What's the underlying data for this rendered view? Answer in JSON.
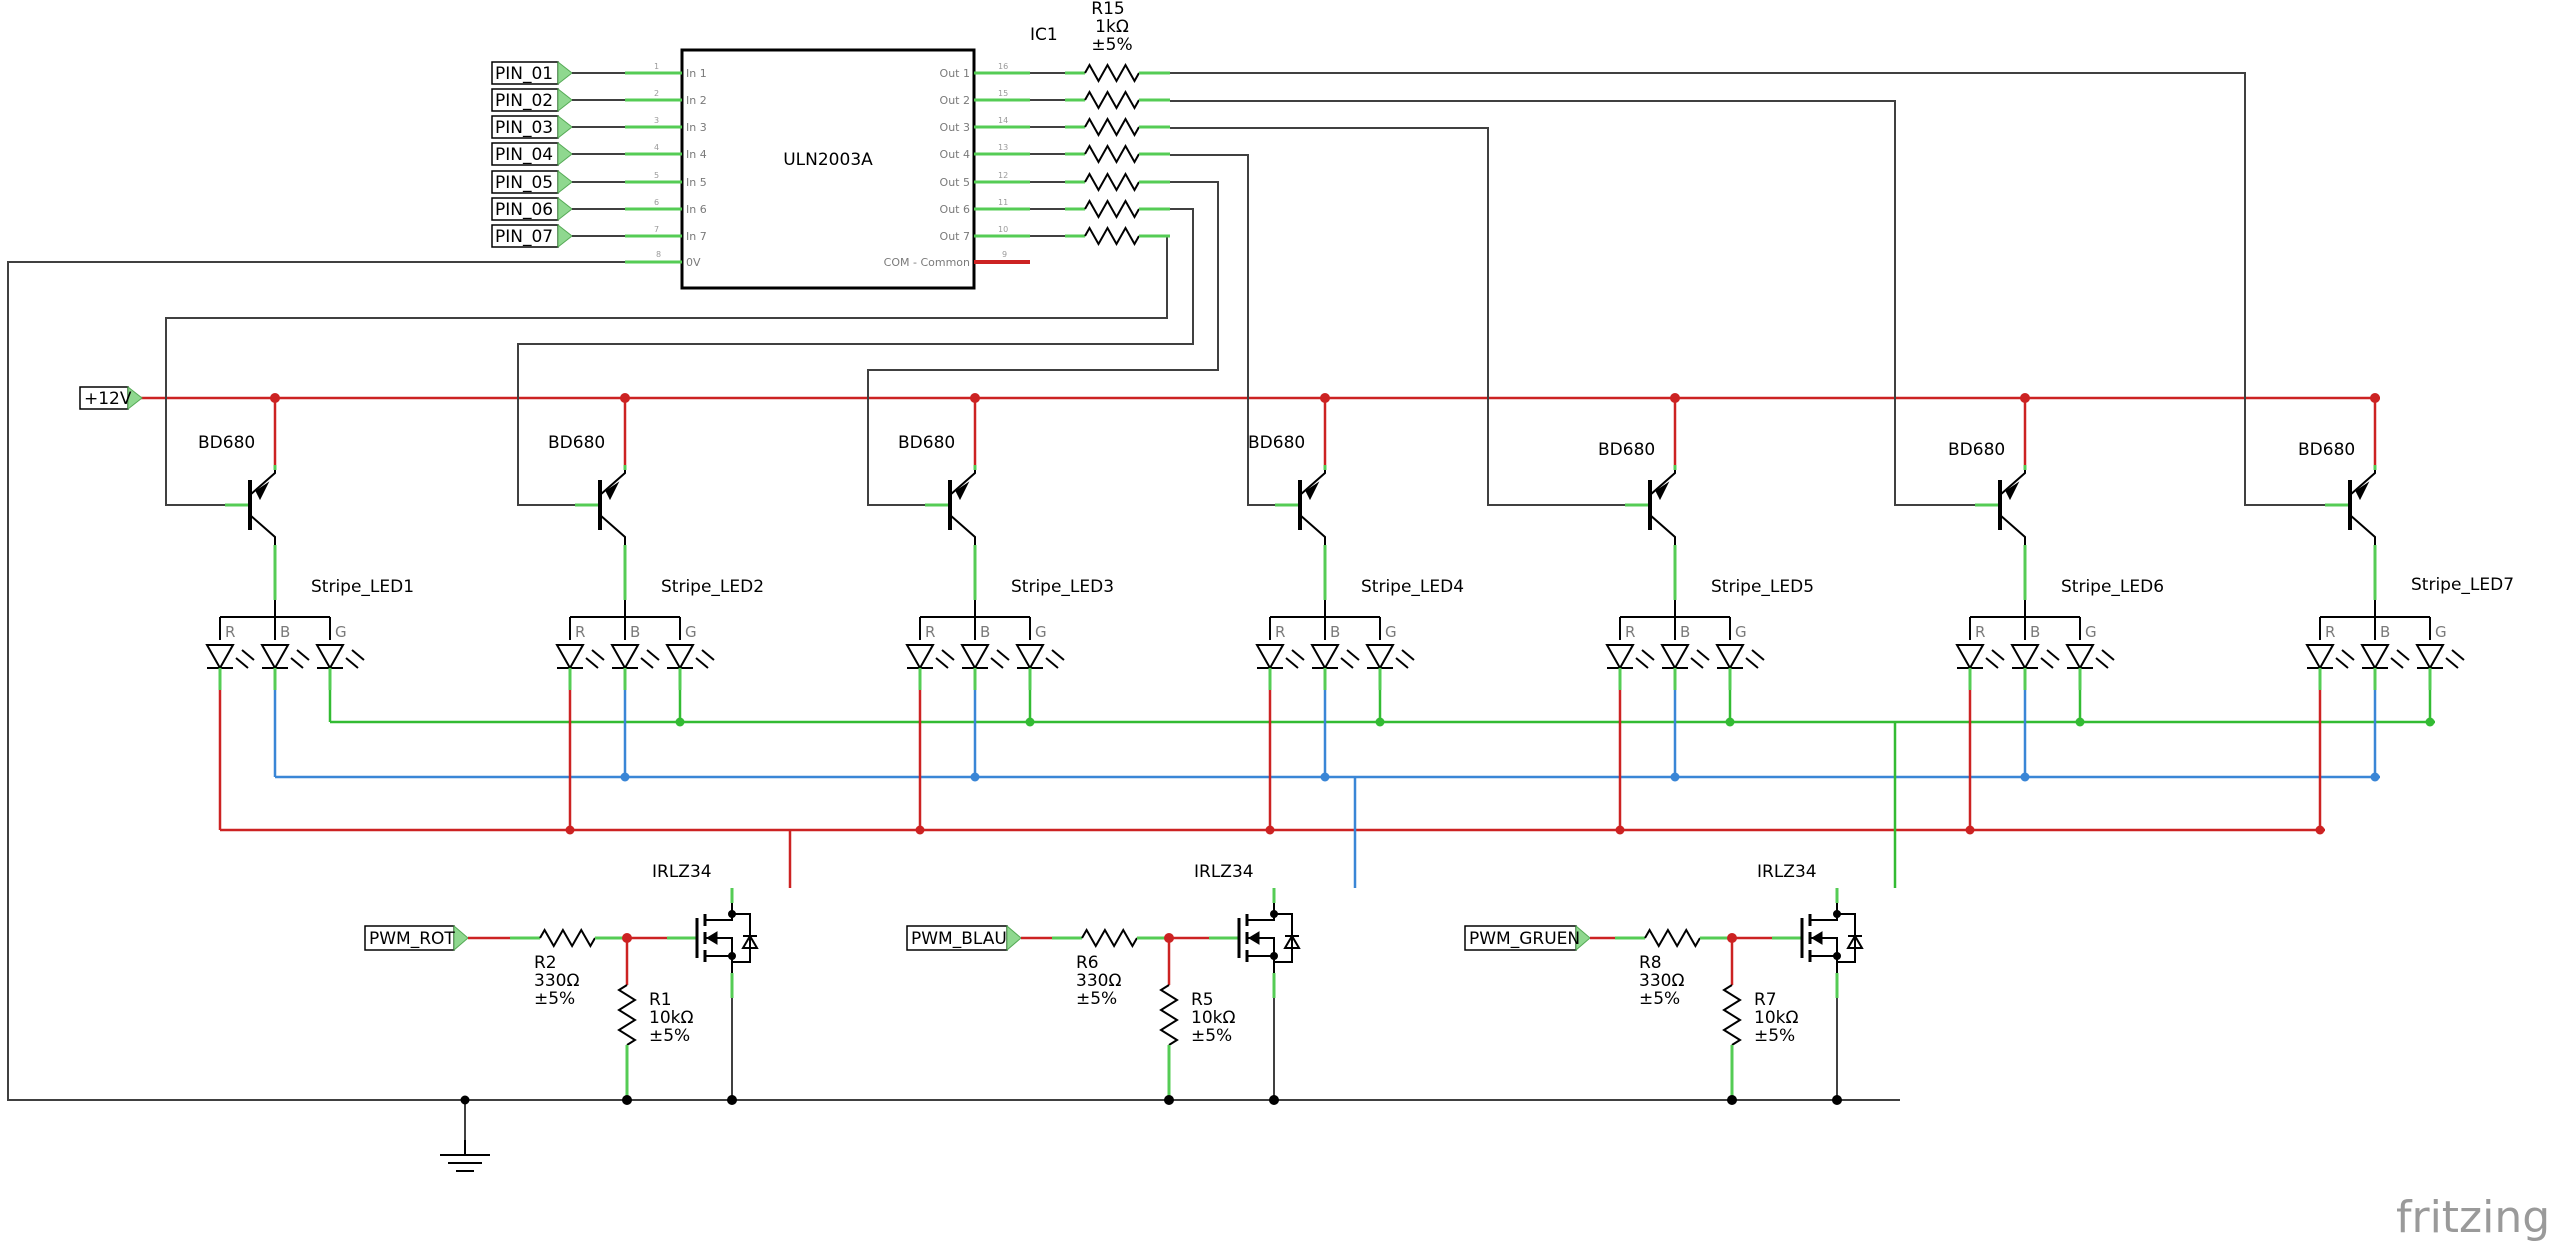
{
  "ic": {
    "designator": "IC1",
    "part": "ULN2003A",
    "inputs": [
      "In 1",
      "In 2",
      "In 3",
      "In 4",
      "In 5",
      "In 6",
      "In 7"
    ],
    "input_pins": [
      "1",
      "2",
      "3",
      "4",
      "5",
      "6",
      "7"
    ],
    "gnd_label": "0V",
    "gnd_pin": "8",
    "outputs": [
      "Out 1",
      "Out 2",
      "Out 3",
      "Out 4",
      "Out 5",
      "Out 6",
      "Out 7"
    ],
    "output_pins": [
      "16",
      "15",
      "14",
      "13",
      "12",
      "11",
      "10"
    ],
    "com_label": "COM - Common",
    "com_pin": "9"
  },
  "input_ports": [
    "PIN_01",
    "PIN_02",
    "PIN_03",
    "PIN_04",
    "PIN_05",
    "PIN_06",
    "PIN_07"
  ],
  "top_resistor": {
    "name": "R15",
    "value": "1kΩ",
    "tolerance": "±5%"
  },
  "supply_port": "+12V",
  "transistor_part": "BD680",
  "led_stripes": [
    "Stripe_LED1",
    "Stripe_LED2",
    "Stripe_LED3",
    "Stripe_LED4",
    "Stripe_LED5",
    "Stripe_LED6",
    "Stripe_LED7"
  ],
  "led_pins": [
    "R",
    "B",
    "G"
  ],
  "channels": [
    {
      "port": "PWM_ROT",
      "series": {
        "name": "R2",
        "value": "330Ω",
        "tol": "±5%"
      },
      "pulldown": {
        "name": "R1",
        "value": "10kΩ",
        "tol": "±5%"
      },
      "mosfet": "IRLZ34"
    },
    {
      "port": "PWM_BLAU",
      "series": {
        "name": "R6",
        "value": "330Ω",
        "tol": "±5%"
      },
      "pulldown": {
        "name": "R5",
        "value": "10kΩ",
        "tol": "±5%"
      },
      "mosfet": "IRLZ34"
    },
    {
      "port": "PWM_GRUEN",
      "series": {
        "name": "R8",
        "value": "330Ω",
        "tol": "±5%"
      },
      "pulldown": {
        "name": "R7",
        "value": "10kΩ",
        "tol": "±5%"
      },
      "mosfet": "IRLZ34"
    }
  ],
  "brand": "fritzing",
  "colors": {
    "wire": "#404040",
    "supply": "#cc2222",
    "blue_bus": "#3a86d6",
    "green_bus": "#33bb33",
    "pin_leg": "#55cc55"
  }
}
